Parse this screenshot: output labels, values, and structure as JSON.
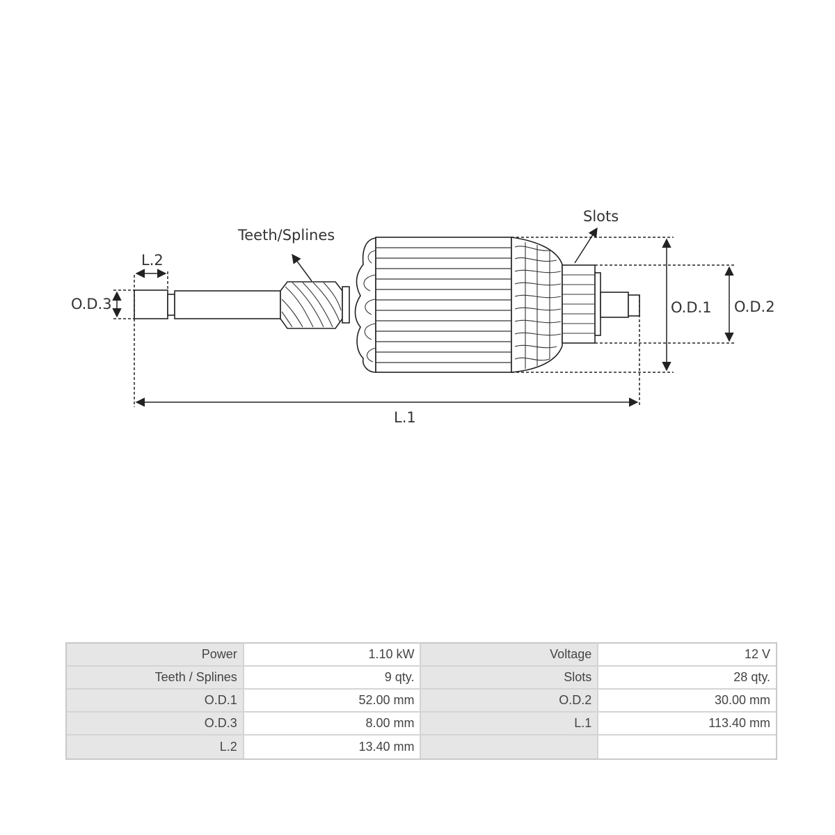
{
  "diagram": {
    "labels": {
      "teeth_splines": "Teeth/Splines",
      "slots": "Slots",
      "l2": "L.2",
      "od3": "O.D.3",
      "od1": "O.D.1",
      "od2": "O.D.2",
      "l1": "L.1"
    },
    "line_color": "#222222"
  },
  "specs": {
    "rows": [
      [
        {
          "label": "Power",
          "value": "1.10 kW"
        },
        {
          "label": "Voltage",
          "value": "12 V"
        }
      ],
      [
        {
          "label": "Teeth / Splines",
          "value": "9 qty."
        },
        {
          "label": "Slots",
          "value": "28 qty."
        }
      ],
      [
        {
          "label": "O.D.1",
          "value": "52.00 mm"
        },
        {
          "label": "O.D.2",
          "value": "30.00 mm"
        }
      ],
      [
        {
          "label": "O.D.3",
          "value": "8.00 mm"
        },
        {
          "label": "L.1",
          "value": "113.40 mm"
        }
      ],
      [
        {
          "label": "L.2",
          "value": "13.40 mm"
        },
        {
          "label": "",
          "value": ""
        }
      ]
    ],
    "label_bg": "#e6e6e6",
    "border_color": "#d4d4d4"
  }
}
